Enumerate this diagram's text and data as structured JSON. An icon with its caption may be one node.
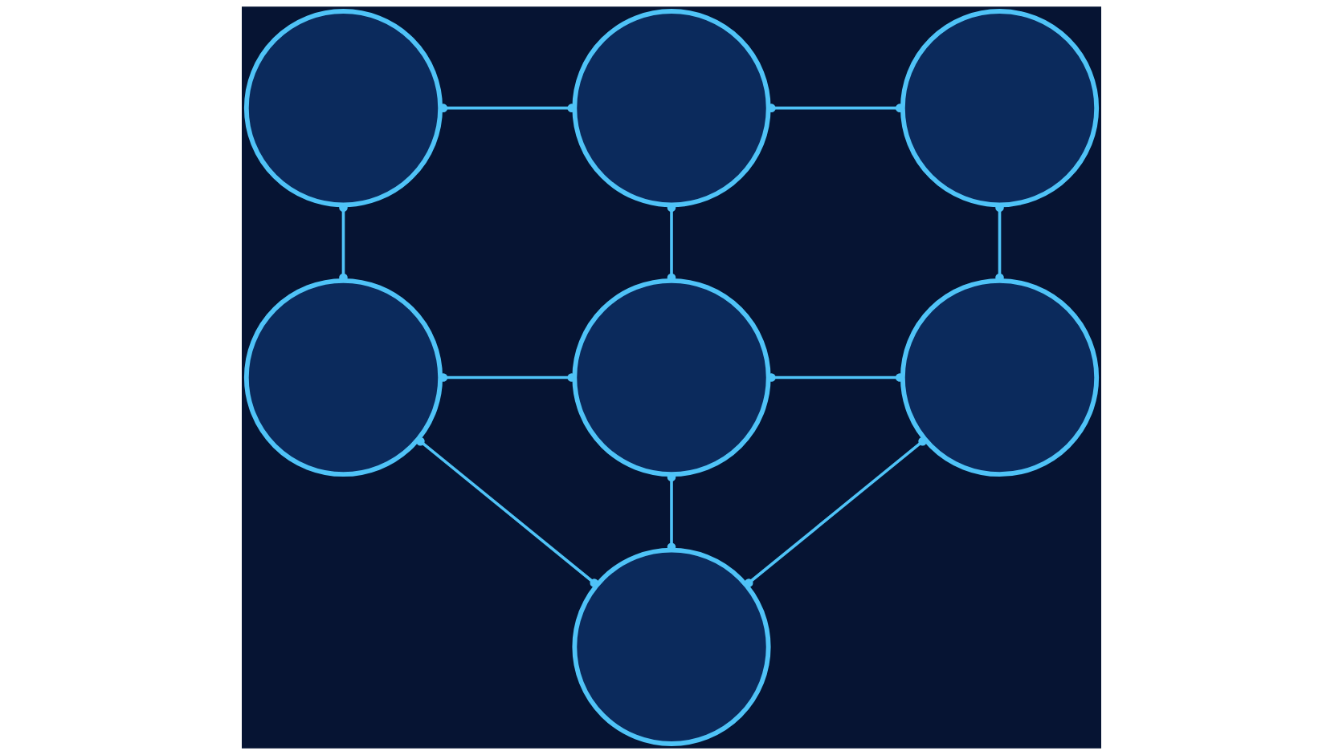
{
  "diagram": {
    "nodes": [
      {
        "text": [],
        "shape": "circle"
      },
      {
        "text": [],
        "shape": "circle"
      },
      {
        "text": [],
        "shape": "circle"
      },
      {
        "text": [],
        "shape": "circle"
      },
      {
        "text": [],
        "shape": "circle"
      },
      {
        "text": [],
        "shape": "circle"
      },
      {
        "text": [],
        "shape": "circle"
      }
    ],
    "edges": [
      {
        "from": 0,
        "to": 1,
        "arrow": "other"
      },
      {
        "from": 1,
        "to": 2,
        "arrow": "other"
      },
      {
        "from": 0,
        "to": 3,
        "arrow": "other"
      },
      {
        "from": 1,
        "to": 4,
        "arrow": "other"
      },
      {
        "from": 2,
        "to": 5,
        "arrow": "other"
      },
      {
        "from": 3,
        "to": 4,
        "arrow": "other"
      },
      {
        "from": 4,
        "to": 5,
        "arrow": "other"
      },
      {
        "from": 3,
        "to": 6,
        "arrow": "other"
      },
      {
        "from": 4,
        "to": 6,
        "arrow": "other"
      },
      {
        "from": 5,
        "to": 6,
        "arrow": "other"
      }
    ]
  }
}
